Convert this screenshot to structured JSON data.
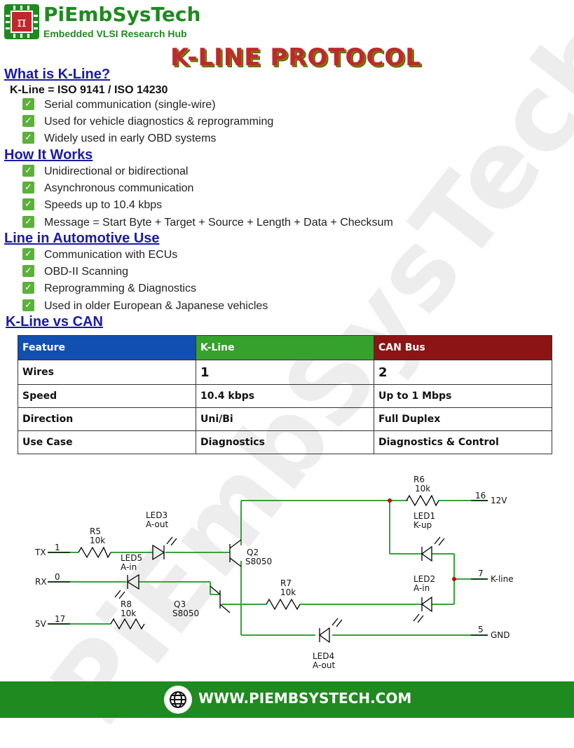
{
  "brand": {
    "name": "PiEmbSysTech",
    "tagline": "Embedded VLSI Research Hub",
    "logo_glyph": "π",
    "watermark": "PiEmbSysTech"
  },
  "title": "K-LINE PROTOCOL",
  "sections": {
    "what": {
      "heading": "What is K-Line?",
      "subheading": "K-Line = ISO 9141 / ISO 14230",
      "items": [
        "Serial communication (single-wire)",
        "Used for vehicle diagnostics & reprogramming",
        "Widely used in early OBD systems"
      ]
    },
    "how": {
      "heading": "How It Works",
      "items": [
        "Unidirectional or bidirectional",
        "Asynchronous communication",
        "Speeds up to 10.4 kbps",
        "Message = Start Byte + Target + Source + Length + Data + Checksum"
      ]
    },
    "auto": {
      "heading": "Line in Automotive Use",
      "items": [
        "Communication with ECUs",
        "OBD-II Scanning",
        "Reprogramming & Diagnostics",
        "Used in older European & Japanese vehicles"
      ]
    },
    "compare": {
      "heading": "K-Line vs CAN"
    }
  },
  "table": {
    "headers": [
      "Feature",
      "K-Line",
      "CAN Bus"
    ],
    "rows": [
      [
        "Wires",
        "1",
        "2"
      ],
      [
        "Speed",
        "10.4 kbps",
        "Up to 1 Mbps"
      ],
      [
        "Direction",
        "Uni/Bi",
        "Full Duplex"
      ],
      [
        "Use Case",
        "Diagnostics",
        "Diagnostics & Control"
      ]
    ],
    "colors": {
      "feature": "#1150b0",
      "kline": "#36a12c",
      "can": "#8b1414"
    }
  },
  "circuit": {
    "pins": {
      "tx_label": "TX",
      "tx_num": "1",
      "rx_label": "RX",
      "rx_num": "0",
      "v5_label": "5V",
      "v5_num": "17",
      "v12_num": "16",
      "v12_label": "12V",
      "kline_num": "7",
      "kline_label": "K-line",
      "gnd_num": "5",
      "gnd_label": "GND"
    },
    "r5": {
      "name": "R5",
      "value": "10k"
    },
    "r6": {
      "name": "R6",
      "value": "10k"
    },
    "r7": {
      "name": "R7",
      "value": "10k"
    },
    "r8": {
      "name": "R8",
      "value": "10k"
    },
    "led3": {
      "name": "LED3",
      "desc": "A-out"
    },
    "led5": {
      "name": "LED5",
      "desc": "A-in"
    },
    "led1": {
      "name": "LED1",
      "desc": "K-up"
    },
    "led2": {
      "name": "LED2",
      "desc": "A-in"
    },
    "led4": {
      "name": "LED4",
      "desc": "A-out"
    },
    "q2": {
      "name": "Q2",
      "part": "S8050"
    },
    "q3": {
      "name": "Q3",
      "part": "S8050"
    },
    "wire_color": "#3aa13a"
  },
  "footer": {
    "url": "WWW.PIEMBSYSTECH.COM",
    "color": "#1f8a1f"
  }
}
